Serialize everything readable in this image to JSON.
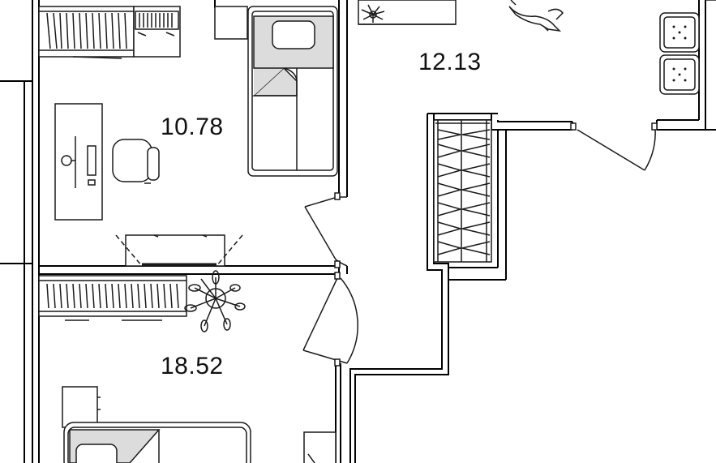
{
  "rooms": [
    {
      "area": "10.78"
    },
    {
      "area": "12.13"
    },
    {
      "area": "18.52"
    }
  ],
  "colors": {
    "wall": "#000000",
    "line": "#1a1a1a",
    "fill_gray": "#dcdcdc",
    "background": "#ffffff"
  },
  "icons": [
    "bed-icon",
    "pillow-icon",
    "desk-icon",
    "monitor-icon",
    "office-chair-icon",
    "wardrobe-icon",
    "dresser-icon",
    "plant-icon",
    "dog-icon",
    "stove-burner-icon",
    "door-swing-icon",
    "window-icon"
  ]
}
